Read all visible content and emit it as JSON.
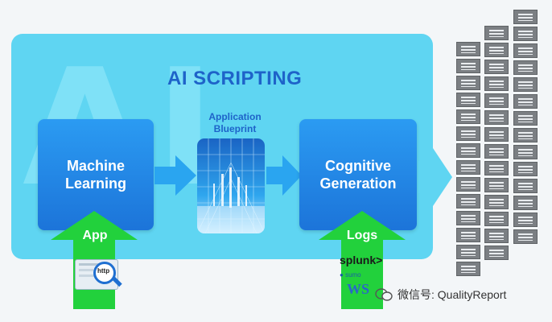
{
  "title": "AI SCRIPTING",
  "watermark": "AI",
  "nodes": {
    "machine_learning": {
      "line1": "Machine",
      "line2": "Learning"
    },
    "blueprint": {
      "line1": "Application",
      "line2": "Blueprint"
    },
    "cognitive_generation": {
      "line1": "Cognitive",
      "line2": "Generation"
    }
  },
  "inputs": {
    "app": {
      "label": "App",
      "badge": "http"
    },
    "logs": {
      "label": "Logs",
      "sources": [
        "splunk>",
        "sumo",
        "WS"
      ]
    }
  },
  "wechat": {
    "text": "微信号: QualityReport",
    "icon": "wechat-icon"
  },
  "colors": {
    "panel": "#5fd5f2",
    "box": "#1c74d9",
    "title": "#1e63c9",
    "arrow_blue": "#2aa5f0",
    "arrow_green": "#22d13c",
    "server": "#7b7f83"
  },
  "server_stack_columns": 3
}
